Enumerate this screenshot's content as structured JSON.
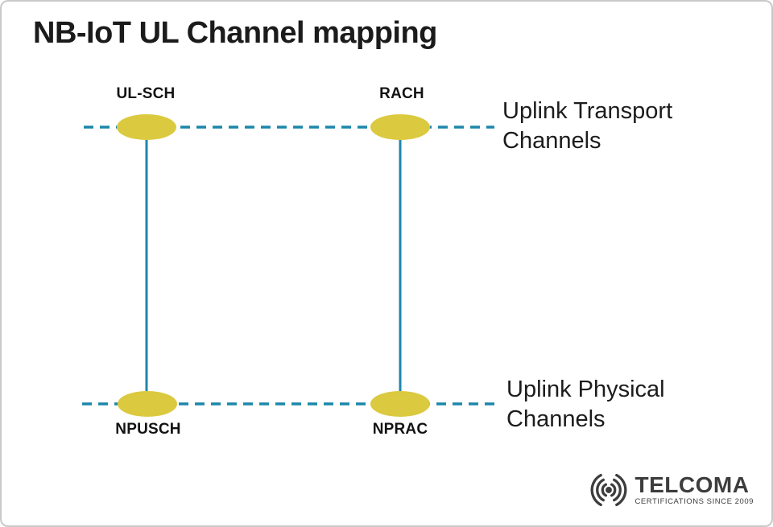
{
  "title": "NB-IoT UL Channel mapping",
  "diagram": {
    "transport_row_label": "Uplink Transport Channels",
    "physical_row_label": "Uplink Physical Channels",
    "transport_channels": [
      {
        "label": "UL-SCH"
      },
      {
        "label": "RACH"
      }
    ],
    "physical_channels": [
      {
        "label": "NPUSCH"
      },
      {
        "label": "NPRAC"
      }
    ]
  },
  "colors": {
    "line_teal": "#1d87ab",
    "node_yellow": "#dbc93f",
    "text_black": "#1b1b1b",
    "logo_gray": "#3d3d3d"
  },
  "logo": {
    "icon": "radio-waves-icon",
    "name": "TELCOMA",
    "tagline": "CERTIFICATIONS SINCE 2009"
  }
}
